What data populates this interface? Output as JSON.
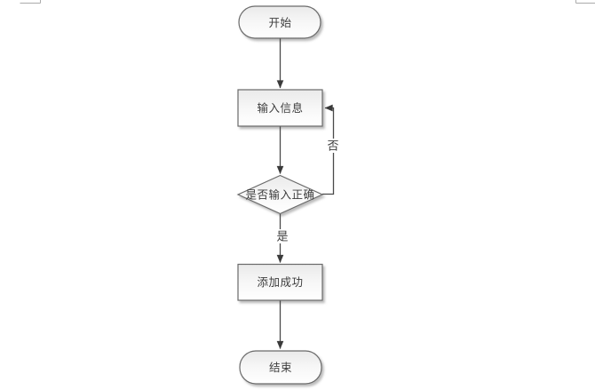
{
  "document": {
    "background": "#ffffff",
    "crop_mark_color": "#ababab"
  },
  "flowchart": {
    "nodes": {
      "start": {
        "label": "开始",
        "shape": "terminator"
      },
      "input": {
        "label": "输入信息",
        "shape": "process"
      },
      "decision": {
        "label": "是否输入正确",
        "shape": "decision"
      },
      "success": {
        "label": "添加成功",
        "shape": "process"
      },
      "end": {
        "label": "结束",
        "shape": "terminator"
      }
    },
    "edges": [
      {
        "from": "start",
        "to": "input",
        "label": ""
      },
      {
        "from": "input",
        "to": "decision",
        "label": ""
      },
      {
        "from": "decision",
        "to": "success",
        "label": "是"
      },
      {
        "from": "decision",
        "to": "input",
        "label": "否"
      },
      {
        "from": "success",
        "to": "end",
        "label": ""
      }
    ],
    "colors": {
      "shape_border": "#6a6a6a",
      "shape_fill_top": "#eaeaea",
      "shape_fill_bottom": "#ffffff",
      "connector": "#4a4a4a",
      "arrowhead": "#3a3a3a",
      "text": "#3d3d3d",
      "shadow": "#909090"
    }
  }
}
